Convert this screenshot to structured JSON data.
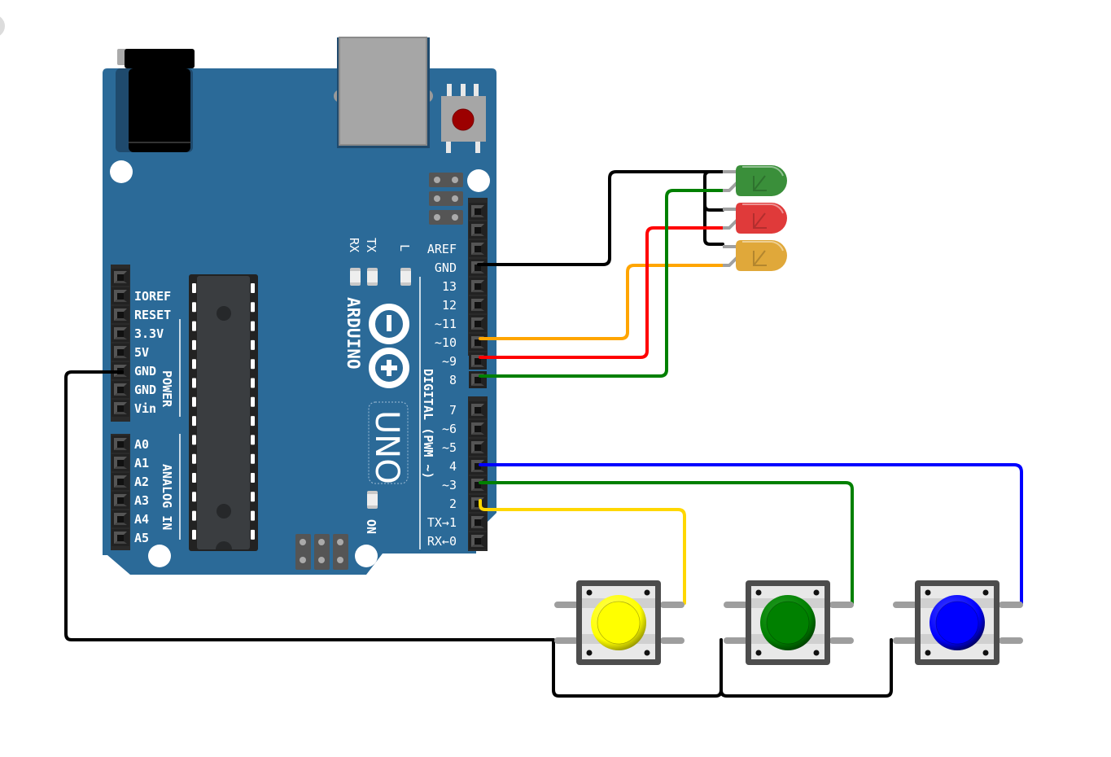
{
  "board": {
    "name": "Arduino UNO",
    "brand_label": "ARDUINO",
    "model_label": "UNO",
    "color": "#2b6a98",
    "led_labels": {
      "rx": "RX",
      "tx": "TX",
      "l": "L",
      "on": "ON"
    },
    "digital_header_label": "DIGITAL (PWM ~)",
    "power_header_label": "POWER",
    "analog_header_label": "ANALOG IN",
    "digital_pins_top": [
      "AREF",
      "GND",
      "13",
      "12",
      "~11",
      "~10",
      "~9",
      "8"
    ],
    "digital_pins_bottom": [
      "7",
      "~6",
      "~5",
      "4",
      "~3",
      "2",
      "TX→1",
      "RX←0"
    ],
    "power_pins": [
      "IOREF",
      "RESET",
      "3.3V",
      "5V",
      "GND",
      "GND",
      "Vin"
    ],
    "analog_pins": [
      "A0",
      "A1",
      "A2",
      "A3",
      "A4",
      "A5"
    ]
  },
  "components": {
    "leds": [
      {
        "name": "green-led",
        "color": "#3a8f3a",
        "pin": "8"
      },
      {
        "name": "red-led",
        "color": "#e03a3a",
        "pin": "~9"
      },
      {
        "name": "amber-led",
        "color": "#e0a83a",
        "pin": "~10"
      }
    ],
    "buttons": [
      {
        "name": "yellow-pushbutton",
        "color": "#ffff00",
        "pin": "2"
      },
      {
        "name": "green-pushbutton",
        "color": "#008000",
        "pin": "~3"
      },
      {
        "name": "blue-pushbutton",
        "color": "#0000ff",
        "pin": "4"
      }
    ]
  },
  "wires": [
    {
      "name": "led-ground-wire",
      "color": "#000000",
      "from": "GND (digital header)",
      "to": "LED cathodes"
    },
    {
      "name": "amber-led-wire",
      "color": "#ffa500",
      "from": "~10",
      "to": "amber LED anode"
    },
    {
      "name": "red-led-wire",
      "color": "#ff0000",
      "from": "~9",
      "to": "red LED anode"
    },
    {
      "name": "green-led-wire",
      "color": "#008000",
      "from": "8",
      "to": "green LED anode"
    },
    {
      "name": "blue-button-wire",
      "color": "#0000ff",
      "from": "4",
      "to": "blue button"
    },
    {
      "name": "green-button-wire",
      "color": "#008000",
      "from": "~3",
      "to": "green button"
    },
    {
      "name": "yellow-button-wire",
      "color": "#ffd700",
      "from": "2",
      "to": "yellow button"
    },
    {
      "name": "button-ground-wire",
      "color": "#000000",
      "from": "GND (power header)",
      "to": "button commons"
    }
  ]
}
